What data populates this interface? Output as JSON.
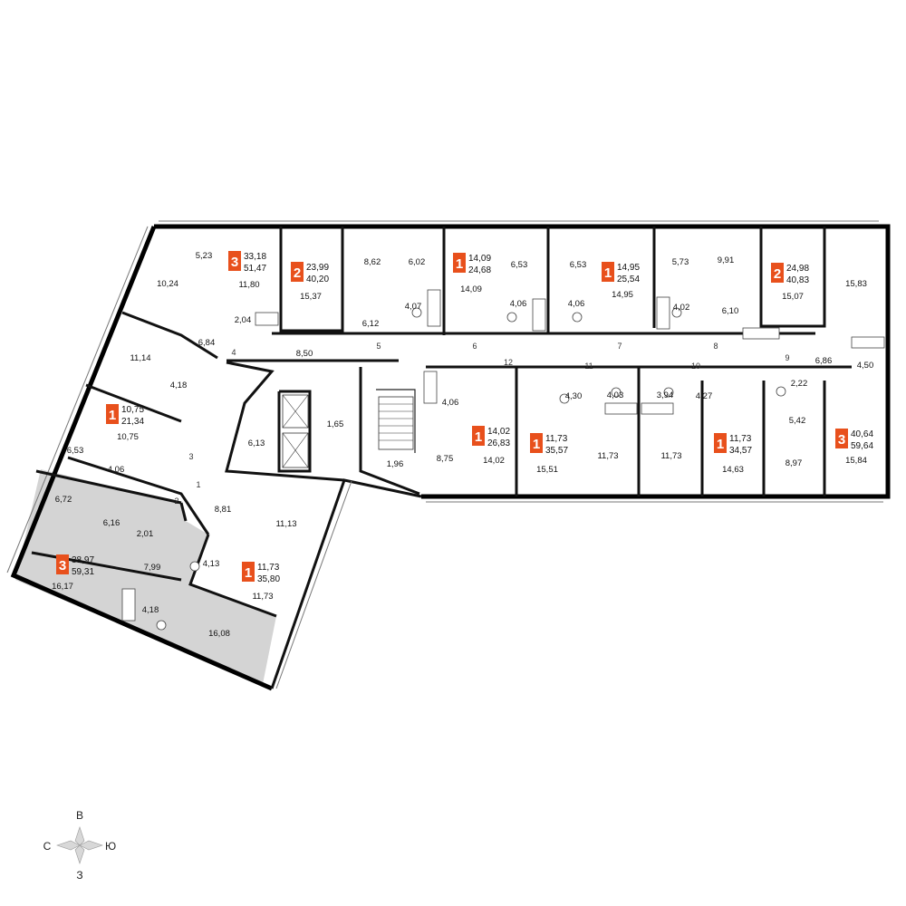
{
  "colors": {
    "badge": "#e8501c",
    "highlight": "#d4d4d4",
    "walls": "#111111"
  },
  "compass": {
    "north": "В",
    "south": "З",
    "west": "С",
    "east": "Ю"
  },
  "apartments": [
    {
      "rooms": "3",
      "living": "33,18",
      "total": "51,47"
    },
    {
      "rooms": "2",
      "living": "23,99",
      "total": "40,20"
    },
    {
      "rooms": "1",
      "living": "14,09",
      "total": "24,68"
    },
    {
      "rooms": "1",
      "living": "14,95",
      "total": "25,54"
    },
    {
      "rooms": "2",
      "living": "24,98",
      "total": "40,83"
    },
    {
      "rooms": "1",
      "living": "10,75",
      "total": "21,34"
    },
    {
      "rooms": "1",
      "living": "14,02",
      "total": "26,83"
    },
    {
      "rooms": "1",
      "living": "11,73",
      "total": "35,57"
    },
    {
      "rooms": "1",
      "living": "11,73",
      "total": "34,57"
    },
    {
      "rooms": "3",
      "living": "40,64",
      "total": "59,64"
    },
    {
      "rooms": "3",
      "living": "38,97",
      "total": "59,31"
    },
    {
      "rooms": "1",
      "living": "11,73",
      "total": "35,80"
    }
  ],
  "room_areas": [
    "5,23",
    "10,24",
    "11,80",
    "15,37",
    "8,62",
    "6,02",
    "6,53",
    "6,53",
    "5,73",
    "9,91",
    "15,83",
    "14,09",
    "14,95",
    "15,07",
    "2,04",
    "6,12",
    "4,07",
    "4,06",
    "4,06",
    "4,02",
    "6,10",
    "6,84",
    "11,14",
    "8,50",
    "6,86",
    "4,50",
    "4,18",
    "4,06",
    "4,30",
    "4,03",
    "3,94",
    "4,27",
    "2,22",
    "1,65",
    "6,13",
    "10,75",
    "6,53",
    "4,06",
    "8,75",
    "14,02",
    "15,51",
    "11,73",
    "11,73",
    "14,63",
    "5,42",
    "8,97",
    "15,84",
    "1,96",
    "8,81",
    "11,13",
    "6,72",
    "6,16",
    "2,01",
    "7,99",
    "4,13",
    "16,17",
    "11,73",
    "4,18",
    "16,08"
  ],
  "doors": [
    "4",
    "5",
    "6",
    "7",
    "8",
    "9",
    "12",
    "11",
    "10",
    "3",
    "1",
    "2"
  ]
}
